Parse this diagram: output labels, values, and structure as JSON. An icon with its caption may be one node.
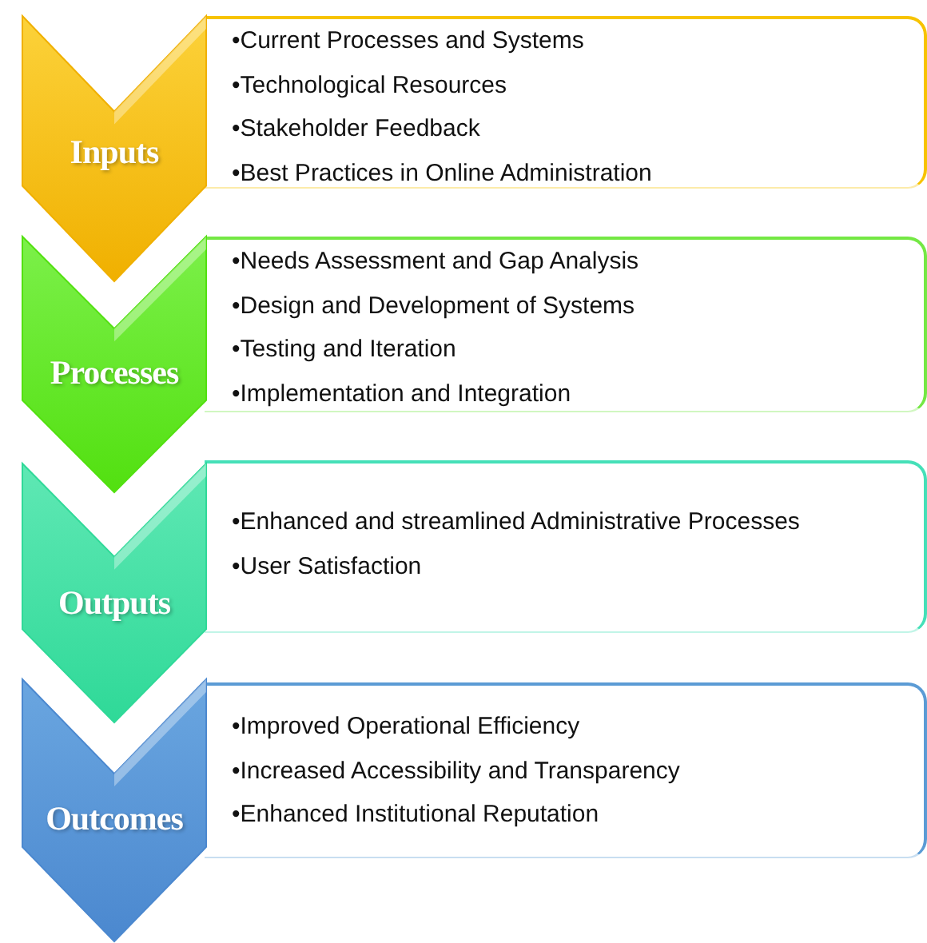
{
  "diagram": {
    "nodes": [
      {
        "text": [
          "Inputs"
        ]
      },
      {
        "text": [
          "•Current Processes and Systems",
          "•Technological Resources",
          "•Stakeholder Feedback",
          "•Best Practices in Online Administration"
        ]
      },
      {
        "text": [
          "Processes"
        ]
      },
      {
        "text": [
          "•Needs Assessment and Gap Analysis",
          "•Design and Development of Systems",
          "•Testing and Iteration",
          "•Implementation and Integration"
        ]
      },
      {
        "text": [
          "Outputs"
        ]
      },
      {
        "text": [
          "•Enhanced and streamlined Administrative Processes",
          "•User Satisfaction"
        ]
      },
      {
        "text": [
          "Outcomes"
        ]
      },
      {
        "text": [
          "•Improved Operational Efficiency",
          "•Increased Accessibility and Transparency",
          "•Enhanced Institutional Reputation"
        ]
      }
    ]
  }
}
